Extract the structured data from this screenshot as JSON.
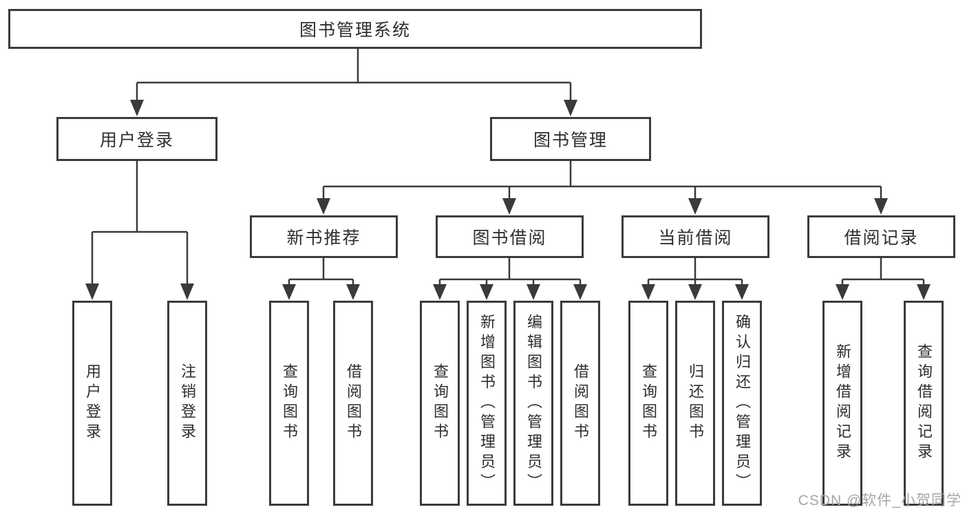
{
  "diagram": {
    "title": "图书管理系统",
    "root": {
      "label": "图书管理系统"
    },
    "level2": [
      {
        "label": "用户登录"
      },
      {
        "label": "图书管理"
      }
    ],
    "level3": [
      {
        "label": "新书推荐"
      },
      {
        "label": "图书借阅"
      },
      {
        "label": "当前借阅"
      },
      {
        "label": "借阅记录"
      }
    ],
    "leaves": {
      "user_login": [
        "用户登录",
        "注销登录"
      ],
      "new_book": [
        "查询图书",
        "借阅图书"
      ],
      "book_borrow": [
        "查询图书",
        "新增图书（管理员）",
        "编辑图书（管理员）",
        "借阅图书"
      ],
      "current_borrow": [
        "查询图书",
        "归还图书",
        "确认归还（管理员）"
      ],
      "borrow_records": [
        "新增借阅记录",
        "查询借阅记录"
      ]
    }
  },
  "watermark": "CSDN @软件_小贺同学",
  "colors": {
    "line": "#3a3a3a",
    "border": "#3b3b3b",
    "text": "#2e2e2e",
    "watermark": "#a6a6a6",
    "background": "#ffffff"
  }
}
